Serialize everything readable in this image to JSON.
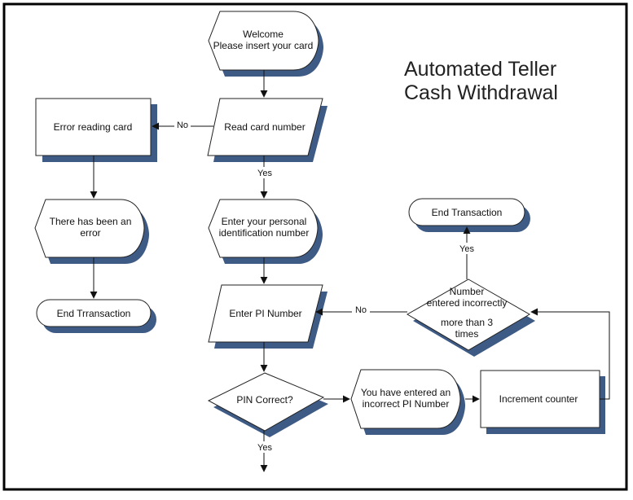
{
  "title": {
    "line1": "Automated Teller",
    "line2": "Cash Withdrawal"
  },
  "nodes": {
    "welcome": {
      "line1": "Welcome",
      "line2": "Please insert your card"
    },
    "read_card": {
      "text": "Read card number"
    },
    "error_reading": {
      "text": "Error reading card"
    },
    "error_display": {
      "line1": "There has been an",
      "line2": "error"
    },
    "end_error": {
      "text": "End Trransaction"
    },
    "enter_pin_display": {
      "line1": "Enter your personal",
      "line2": "identification number"
    },
    "enter_pi": {
      "text": "Enter PI Number"
    },
    "pin_correct": {
      "text": "PIN Correct?"
    },
    "incorrect_display": {
      "line1": "You have entered an",
      "line2": "incorrect PI Number"
    },
    "increment": {
      "text": "Increment counter"
    },
    "more_than_3": {
      "line1": "Number",
      "line2": "entered incorrectly",
      "line3": "more than 3",
      "line4": "times"
    },
    "end_transaction": {
      "text": "End Transaction"
    }
  },
  "edges": {
    "no_read": "No",
    "yes_read": "Yes",
    "no_count": "No",
    "yes_count": "Yes",
    "yes_pin": "Yes"
  },
  "colors": {
    "shadow": "#3e5b86",
    "stroke": "#222222",
    "fill": "#ffffff",
    "frame": "#000000"
  }
}
